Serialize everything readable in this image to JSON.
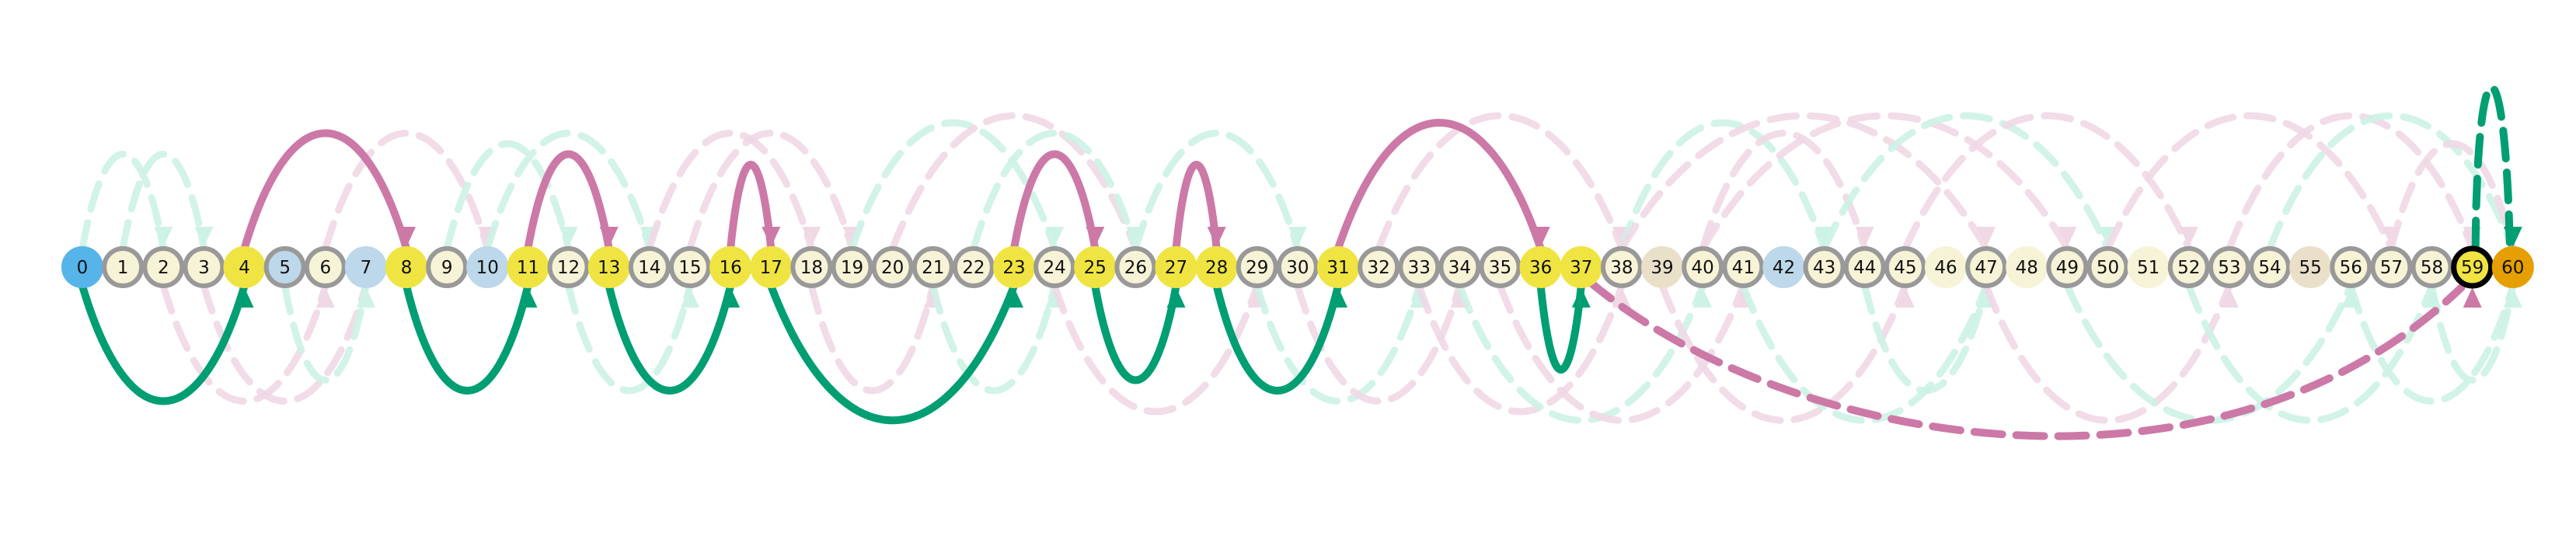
{
  "diagram": {
    "nodes": [
      {
        "id": 0,
        "label": "0",
        "fill": "#56B4E9",
        "ring": "#56B4E9"
      },
      {
        "id": 1,
        "label": "1",
        "fill": "#f7f3d6",
        "ring": "#999999"
      },
      {
        "id": 2,
        "label": "2",
        "fill": "#f7f3d6",
        "ring": "#999999"
      },
      {
        "id": 3,
        "label": "3",
        "fill": "#f7f3d6",
        "ring": "#999999"
      },
      {
        "id": 4,
        "label": "4",
        "fill": "#F0E442",
        "ring": "#F0E442"
      },
      {
        "id": 5,
        "label": "5",
        "fill": "#bcd8ea",
        "ring": "#999999"
      },
      {
        "id": 6,
        "label": "6",
        "fill": "#f7f3d6",
        "ring": "#999999"
      },
      {
        "id": 7,
        "label": "7",
        "fill": "#bcd8ea",
        "ring": "#bcd8ea"
      },
      {
        "id": 8,
        "label": "8",
        "fill": "#F0E442",
        "ring": "#F0E442"
      },
      {
        "id": 9,
        "label": "9",
        "fill": "#f7f3d6",
        "ring": "#999999"
      },
      {
        "id": 10,
        "label": "10",
        "fill": "#bcd8ea",
        "ring": "#bcd8ea"
      },
      {
        "id": 11,
        "label": "11",
        "fill": "#F0E442",
        "ring": "#F0E442"
      },
      {
        "id": 12,
        "label": "12",
        "fill": "#f7f3d6",
        "ring": "#999999"
      },
      {
        "id": 13,
        "label": "13",
        "fill": "#F0E442",
        "ring": "#F0E442"
      },
      {
        "id": 14,
        "label": "14",
        "fill": "#f7f3d6",
        "ring": "#999999"
      },
      {
        "id": 15,
        "label": "15",
        "fill": "#f7f3d6",
        "ring": "#999999"
      },
      {
        "id": 16,
        "label": "16",
        "fill": "#F0E442",
        "ring": "#F0E442"
      },
      {
        "id": 17,
        "label": "17",
        "fill": "#F0E442",
        "ring": "#F0E442"
      },
      {
        "id": 18,
        "label": "18",
        "fill": "#f7f3d6",
        "ring": "#999999"
      },
      {
        "id": 19,
        "label": "19",
        "fill": "#f7f3d6",
        "ring": "#999999"
      },
      {
        "id": 20,
        "label": "20",
        "fill": "#f7f3d6",
        "ring": "#999999"
      },
      {
        "id": 21,
        "label": "21",
        "fill": "#f7f3d6",
        "ring": "#999999"
      },
      {
        "id": 22,
        "label": "22",
        "fill": "#f7f3d6",
        "ring": "#999999"
      },
      {
        "id": 23,
        "label": "23",
        "fill": "#F0E442",
        "ring": "#F0E442"
      },
      {
        "id": 24,
        "label": "24",
        "fill": "#f7f3d6",
        "ring": "#999999"
      },
      {
        "id": 25,
        "label": "25",
        "fill": "#F0E442",
        "ring": "#F0E442"
      },
      {
        "id": 26,
        "label": "26",
        "fill": "#f7f3d6",
        "ring": "#999999"
      },
      {
        "id": 27,
        "label": "27",
        "fill": "#F0E442",
        "ring": "#F0E442"
      },
      {
        "id": 28,
        "label": "28",
        "fill": "#F0E442",
        "ring": "#F0E442"
      },
      {
        "id": 29,
        "label": "29",
        "fill": "#f7f3d6",
        "ring": "#999999"
      },
      {
        "id": 30,
        "label": "30",
        "fill": "#f7f3d6",
        "ring": "#999999"
      },
      {
        "id": 31,
        "label": "31",
        "fill": "#F0E442",
        "ring": "#F0E442"
      },
      {
        "id": 32,
        "label": "32",
        "fill": "#f7f3d6",
        "ring": "#999999"
      },
      {
        "id": 33,
        "label": "33",
        "fill": "#f7f3d6",
        "ring": "#999999"
      },
      {
        "id": 34,
        "label": "34",
        "fill": "#f7f3d6",
        "ring": "#999999"
      },
      {
        "id": 35,
        "label": "35",
        "fill": "#f7f3d6",
        "ring": "#999999"
      },
      {
        "id": 36,
        "label": "36",
        "fill": "#F0E442",
        "ring": "#F0E442"
      },
      {
        "id": 37,
        "label": "37",
        "fill": "#F0E442",
        "ring": "#F0E442"
      },
      {
        "id": 38,
        "label": "38",
        "fill": "#f7f3d6",
        "ring": "#999999"
      },
      {
        "id": 39,
        "label": "39",
        "fill": "#eadfc8",
        "ring": "#eadfc8"
      },
      {
        "id": 40,
        "label": "40",
        "fill": "#f7f3d6",
        "ring": "#999999"
      },
      {
        "id": 41,
        "label": "41",
        "fill": "#f7f3d6",
        "ring": "#999999"
      },
      {
        "id": 42,
        "label": "42",
        "fill": "#bcd8ea",
        "ring": "#bcd8ea"
      },
      {
        "id": 43,
        "label": "43",
        "fill": "#f7f3d6",
        "ring": "#999999"
      },
      {
        "id": 44,
        "label": "44",
        "fill": "#f7f3d6",
        "ring": "#999999"
      },
      {
        "id": 45,
        "label": "45",
        "fill": "#f7f3d6",
        "ring": "#999999"
      },
      {
        "id": 46,
        "label": "46",
        "fill": "#f7f3d6",
        "ring": "#f7f3d6"
      },
      {
        "id": 47,
        "label": "47",
        "fill": "#f7f3d6",
        "ring": "#999999"
      },
      {
        "id": 48,
        "label": "48",
        "fill": "#f7f3d6",
        "ring": "#f7f3d6"
      },
      {
        "id": 49,
        "label": "49",
        "fill": "#f7f3d6",
        "ring": "#999999"
      },
      {
        "id": 50,
        "label": "50",
        "fill": "#f7f3d6",
        "ring": "#999999"
      },
      {
        "id": 51,
        "label": "51",
        "fill": "#f7f3d6",
        "ring": "#f7f3d6"
      },
      {
        "id": 52,
        "label": "52",
        "fill": "#f7f3d6",
        "ring": "#999999"
      },
      {
        "id": 53,
        "label": "53",
        "fill": "#f7f3d6",
        "ring": "#999999"
      },
      {
        "id": 54,
        "label": "54",
        "fill": "#f7f3d6",
        "ring": "#999999"
      },
      {
        "id": 55,
        "label": "55",
        "fill": "#eadfc8",
        "ring": "#eadfc8"
      },
      {
        "id": 56,
        "label": "56",
        "fill": "#f7f3d6",
        "ring": "#999999"
      },
      {
        "id": 57,
        "label": "57",
        "fill": "#f7f3d6",
        "ring": "#999999"
      },
      {
        "id": 58,
        "label": "58",
        "fill": "#f7f3d6",
        "ring": "#999999"
      },
      {
        "id": 59,
        "label": "59",
        "fill": "#F0E442",
        "ring": "#000000"
      },
      {
        "id": 60,
        "label": "60",
        "fill": "#E69F00",
        "ring": "#E69F00"
      }
    ],
    "colors": {
      "green": "#009E73",
      "pink": "#CC79A7",
      "green_faint": "#cdf2e6",
      "pink_faint": "#f0d8e5"
    },
    "highlighted_edges": [
      {
        "from": 0,
        "to": 4,
        "color": "green",
        "side": "below",
        "dashed": false
      },
      {
        "from": 4,
        "to": 8,
        "color": "pink",
        "side": "above",
        "dashed": false
      },
      {
        "from": 8,
        "to": 11,
        "color": "green",
        "side": "below",
        "dashed": false
      },
      {
        "from": 11,
        "to": 13,
        "color": "pink",
        "side": "above",
        "dashed": false
      },
      {
        "from": 13,
        "to": 16,
        "color": "green",
        "side": "below",
        "dashed": false
      },
      {
        "from": 16,
        "to": 17,
        "color": "pink",
        "side": "above",
        "dashed": false
      },
      {
        "from": 17,
        "to": 23,
        "color": "green",
        "side": "below",
        "dashed": false
      },
      {
        "from": 23,
        "to": 25,
        "color": "pink",
        "side": "above",
        "dashed": false
      },
      {
        "from": 25,
        "to": 27,
        "color": "green",
        "side": "below",
        "dashed": false
      },
      {
        "from": 27,
        "to": 28,
        "color": "pink",
        "side": "above",
        "dashed": false
      },
      {
        "from": 28,
        "to": 31,
        "color": "green",
        "side": "below",
        "dashed": false
      },
      {
        "from": 31,
        "to": 36,
        "color": "pink",
        "side": "above",
        "dashed": false
      },
      {
        "from": 36,
        "to": 37,
        "color": "green",
        "side": "below",
        "dashed": false
      },
      {
        "from": 37,
        "to": 59,
        "color": "pink",
        "side": "below",
        "dashed": true
      },
      {
        "from": 59,
        "to": 60,
        "color": "green",
        "side": "above",
        "dashed": true
      }
    ],
    "faint_edges": [
      {
        "from": 1,
        "to": 3,
        "color": "green_faint",
        "side": "above"
      },
      {
        "from": 0,
        "to": 2,
        "color": "green_faint",
        "side": "above"
      },
      {
        "from": 2,
        "to": 6,
        "color": "pink_faint",
        "side": "below"
      },
      {
        "from": 3,
        "to": 7,
        "color": "pink_faint",
        "side": "below"
      },
      {
        "from": 5,
        "to": 7,
        "color": "green_faint",
        "side": "below"
      },
      {
        "from": 6,
        "to": 10,
        "color": "pink_faint",
        "side": "above"
      },
      {
        "from": 9,
        "to": 12,
        "color": "green_faint",
        "side": "above"
      },
      {
        "from": 10,
        "to": 14,
        "color": "green_faint",
        "side": "above"
      },
      {
        "from": 12,
        "to": 15,
        "color": "green_faint",
        "side": "below"
      },
      {
        "from": 14,
        "to": 18,
        "color": "pink_faint",
        "side": "above"
      },
      {
        "from": 15,
        "to": 19,
        "color": "pink_faint",
        "side": "above"
      },
      {
        "from": 18,
        "to": 21,
        "color": "pink_faint",
        "side": "below"
      },
      {
        "from": 19,
        "to": 24,
        "color": "green_faint",
        "side": "above"
      },
      {
        "from": 20,
        "to": 26,
        "color": "pink_faint",
        "side": "above"
      },
      {
        "from": 21,
        "to": 24,
        "color": "green_faint",
        "side": "below"
      },
      {
        "from": 22,
        "to": 26,
        "color": "green_faint",
        "side": "above"
      },
      {
        "from": 24,
        "to": 29,
        "color": "pink_faint",
        "side": "below"
      },
      {
        "from": 26,
        "to": 30,
        "color": "green_faint",
        "side": "above"
      },
      {
        "from": 29,
        "to": 33,
        "color": "green_faint",
        "side": "below"
      },
      {
        "from": 30,
        "to": 34,
        "color": "pink_faint",
        "side": "below"
      },
      {
        "from": 32,
        "to": 38,
        "color": "pink_faint",
        "side": "above"
      },
      {
        "from": 33,
        "to": 38,
        "color": "pink_faint",
        "side": "below"
      },
      {
        "from": 34,
        "to": 40,
        "color": "green_faint",
        "side": "below"
      },
      {
        "from": 35,
        "to": 41,
        "color": "pink_faint",
        "side": "below"
      },
      {
        "from": 38,
        "to": 43,
        "color": "green_faint",
        "side": "above"
      },
      {
        "from": 38,
        "to": 47,
        "color": "pink_faint",
        "side": "above"
      },
      {
        "from": 39,
        "to": 45,
        "color": "pink_faint",
        "side": "below"
      },
      {
        "from": 40,
        "to": 44,
        "color": "pink_faint",
        "side": "above"
      },
      {
        "from": 40,
        "to": 49,
        "color": "pink_faint",
        "side": "above"
      },
      {
        "from": 41,
        "to": 47,
        "color": "green_faint",
        "side": "below"
      },
      {
        "from": 43,
        "to": 50,
        "color": "green_faint",
        "side": "above"
      },
      {
        "from": 44,
        "to": 47,
        "color": "green_faint",
        "side": "below"
      },
      {
        "from": 45,
        "to": 52,
        "color": "pink_faint",
        "side": "above"
      },
      {
        "from": 47,
        "to": 53,
        "color": "pink_faint",
        "side": "below"
      },
      {
        "from": 49,
        "to": 56,
        "color": "green_faint",
        "side": "below"
      },
      {
        "from": 50,
        "to": 57,
        "color": "pink_faint",
        "side": "above"
      },
      {
        "from": 52,
        "to": 58,
        "color": "green_faint",
        "side": "below"
      },
      {
        "from": 53,
        "to": 59,
        "color": "pink_faint",
        "side": "above"
      },
      {
        "from": 54,
        "to": 60,
        "color": "green_faint",
        "side": "above"
      },
      {
        "from": 56,
        "to": 60,
        "color": "green_faint",
        "side": "below"
      },
      {
        "from": 57,
        "to": 60,
        "color": "pink_faint",
        "side": "above"
      },
      {
        "from": 58,
        "to": 60,
        "color": "green_faint",
        "side": "below"
      }
    ]
  }
}
